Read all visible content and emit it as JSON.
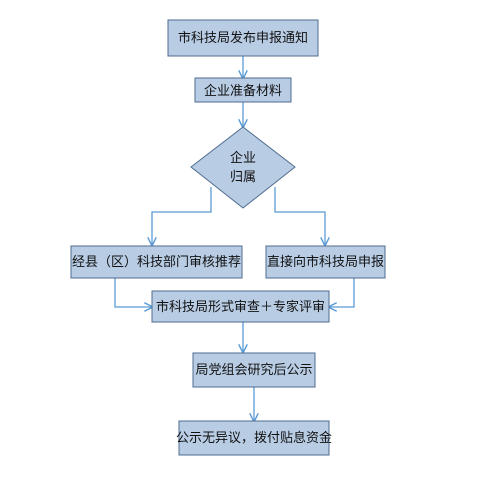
{
  "flowchart": {
    "nodes": {
      "notice": "市科技局发布申报通知",
      "prepare": "企业准备材料",
      "belong_line1": "企业",
      "belong_line2": "归属",
      "county": "经县（区）科技部门审核推荐",
      "direct": "直接向市科技局申报",
      "review": "市科技局形式审查＋专家评审",
      "party": "局党组会研究后公示",
      "publicize": "公示无异议，拨付贴息资金"
    },
    "colors": {
      "box_fill": "#b8cce4",
      "box_stroke": "#4f6d8f",
      "arrow": "#5b9bd5"
    }
  }
}
